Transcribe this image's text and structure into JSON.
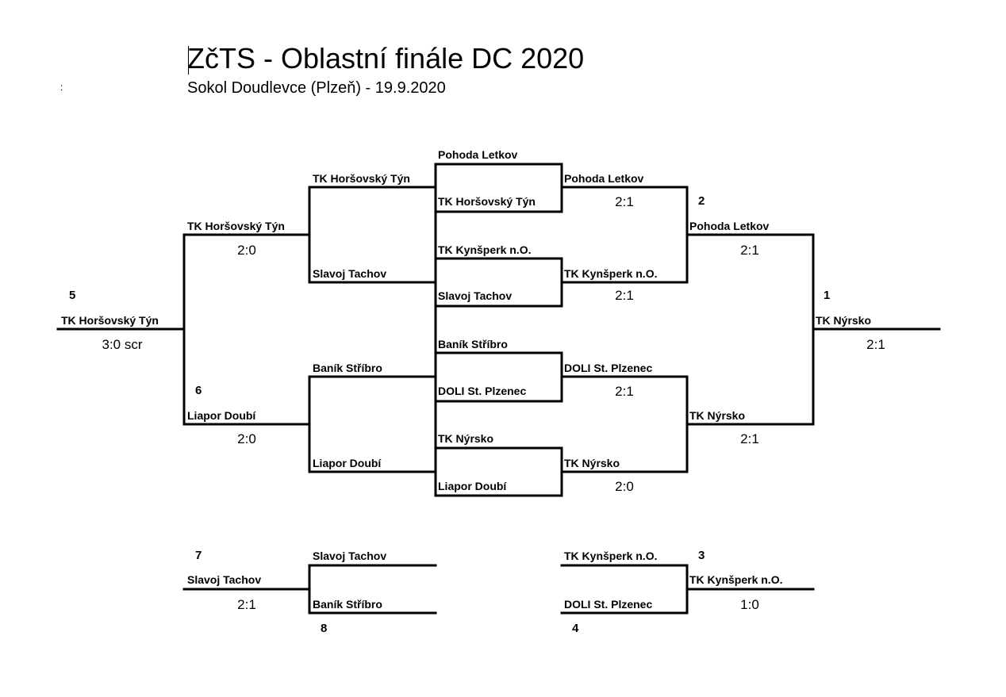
{
  "header": {
    "title": "ZčTS - Oblastní finále DC 2020",
    "subtitle": "Sokol Doudlevce (Plzeň) - 19.9.2020",
    "marker": ":"
  },
  "bracket": {
    "line_color": "#000000",
    "final": {
      "left_player": "TK Horšovský Týn",
      "left_score": "3:0 scr",
      "left_seed": "5",
      "right_player": "TK Nýrsko",
      "right_score": "2:1",
      "right_seed": "1"
    },
    "left_semis": {
      "top_player": "TK Horšovský Týn",
      "top_score": "2:0",
      "bottom_player": "Liapor Doubí",
      "bottom_score": "2:0",
      "bottom_seed": "6"
    },
    "right_semis": {
      "top_player": "Pohoda Letkov",
      "top_score": "2:1",
      "top_seed": "2",
      "bottom_player": "TK Nýrsko",
      "bottom_score": "2:1"
    },
    "left_quarters": {
      "q1_top": "TK Horšovský Týn",
      "q1_bottom": "Slavoj Tachov",
      "q2_top": "Baník Stříbro",
      "q2_bottom": "Liapor Doubí"
    },
    "center_pairs": {
      "p1_top": "Pohoda Letkov",
      "p1_bottom": "TK Horšovský Týn",
      "p2_top": "TK Kynšperk n.O.",
      "p2_bottom": "Slavoj Tachov",
      "p3_top": "Baník Stříbro",
      "p3_bottom": "DOLI St. Plzenec",
      "p4_top": "TK Nýrsko",
      "p4_bottom": "Liapor Doubí"
    },
    "right_quarters": {
      "q1_winner": "Pohoda Letkov",
      "q1_score": "2:1",
      "q2_winner": "TK Kynšperk n.O.",
      "q2_score": "2:1",
      "q3_winner": "DOLI St. Plzenec",
      "q3_score": "2:1",
      "q4_winner": "TK Nýrsko",
      "q4_score": "2:0"
    },
    "placement_left": {
      "seed_top": "7",
      "seed_bottom": "8",
      "top_player": "Slavoj Tachov",
      "bottom_player": "Baník Stříbro",
      "winner": "Slavoj Tachov",
      "score": "2:1"
    },
    "placement_right": {
      "seed_top": "3",
      "seed_bottom": "4",
      "top_player": "TK Kynšperk n.O.",
      "bottom_player": "DOLI St. Plzenec",
      "winner": "TK Kynšperk n.O.",
      "score": "1:0"
    }
  }
}
